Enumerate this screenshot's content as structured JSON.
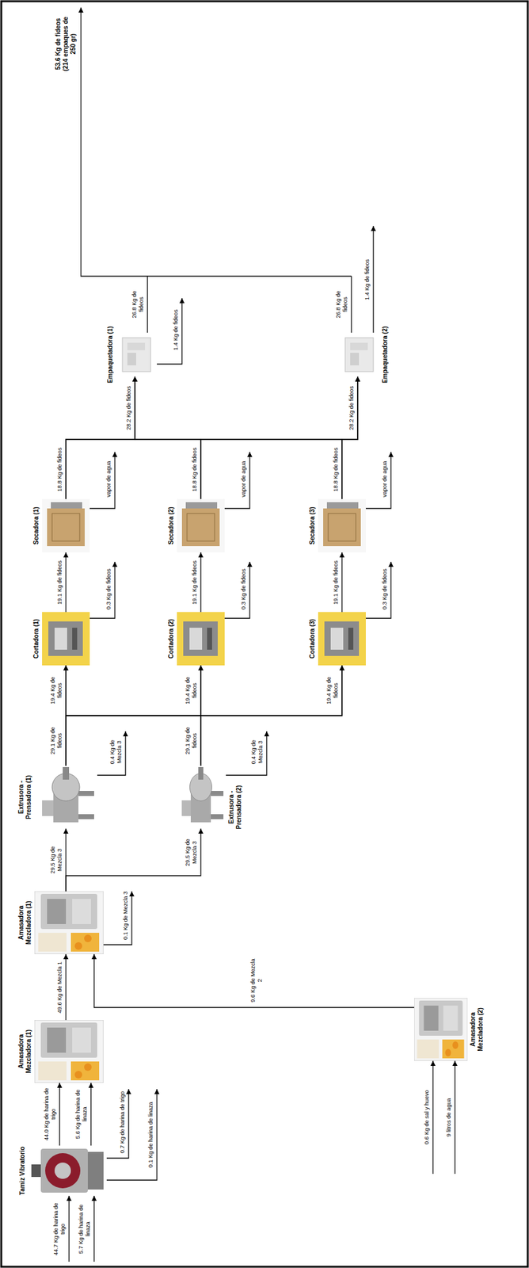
{
  "diagram": {
    "nodes": [
      {
        "text": [
          "Tamiz Vibratorio"
        ]
      },
      {
        "text": [
          "Amasadora Mezcladora (1)"
        ]
      },
      {
        "text": [
          "Amasadora Mezcladora (2)"
        ]
      },
      {
        "text": [
          "Amasadora Mezcladora (1)"
        ]
      },
      {
        "text": [
          "Extrusora - Prensadora (1)"
        ]
      },
      {
        "text": [
          "Extrusora - Prensadora (2)"
        ]
      },
      {
        "text": [
          "Cortadora (1)"
        ]
      },
      {
        "text": [
          "Cortadora (2)"
        ]
      },
      {
        "text": [
          "Cortadora (3)"
        ]
      },
      {
        "text": [
          "Secadora (1)"
        ]
      },
      {
        "text": [
          "Secadora (2)"
        ]
      },
      {
        "text": [
          "Secadora (3)"
        ]
      },
      {
        "text": [
          "Empaquetadora (1)"
        ]
      },
      {
        "text": [
          "Empaquetadora (2)"
        ]
      }
    ],
    "edges": [
      {
        "from": 0,
        "to": 1,
        "arrow": "to",
        "label": "44.0 Kg de harina de trigo"
      },
      {
        "from": 0,
        "to": 1,
        "arrow": "to",
        "label": "5.6 Kg de harina de linaza"
      },
      {
        "from": 1,
        "to": 3,
        "arrow": "to",
        "label": "49.6 Kg de Mezcla 1"
      },
      {
        "from": 2,
        "to": 3,
        "arrow": "to",
        "label": "9.6 Kg de Mezcla 2"
      },
      {
        "from": 3,
        "to": 4,
        "arrow": "to",
        "label": "29.5 Kg de Mezcla 3"
      },
      {
        "from": 3,
        "to": 5,
        "arrow": "to",
        "label": "29.5 Kg de Mezcla 3"
      },
      {
        "from": 4,
        "to": 6,
        "arrow": "to",
        "label": "29.1 Kg de fideos"
      },
      {
        "from": 4,
        "to": 7,
        "arrow": "to",
        "label": "19.4 Kg de fideos"
      },
      {
        "from": 4,
        "to": 8,
        "arrow": "to",
        "label": "19.4 Kg de fideos"
      },
      {
        "from": 5,
        "to": 6,
        "arrow": "to",
        "label": "19.4 Kg de fideos"
      },
      {
        "from": 5,
        "to": 7,
        "arrow": "to"
      },
      {
        "from": 5,
        "to": 8,
        "arrow": "to",
        "label": "29.1 Kg de fideos"
      },
      {
        "from": 6,
        "to": 9,
        "arrow": "to",
        "label": "19.1 Kg de fideos"
      },
      {
        "from": 7,
        "to": 10,
        "arrow": "to",
        "label": "19.1 Kg de fideos"
      },
      {
        "from": 8,
        "to": 11,
        "arrow": "to",
        "label": "19.1 Kg de fideos"
      },
      {
        "from": 9,
        "to": 12,
        "arrow": "to",
        "label": "18.8 Kg de fideos"
      },
      {
        "from": 9,
        "to": 13,
        "arrow": "to",
        "label": "28.2 Kg de fideos"
      },
      {
        "from": 10,
        "to": 12,
        "arrow": "to",
        "label": "18.8 Kg de fideos"
      },
      {
        "from": 10,
        "to": 13,
        "arrow": "to"
      },
      {
        "from": 11,
        "to": 12,
        "arrow": "to",
        "label": "28.2 Kg de fideos"
      },
      {
        "from": 11,
        "to": 13,
        "arrow": "to",
        "label": "18.8 Kg de fideos"
      }
    ],
    "labels": [
      "44.7 Kg de harina de trigo",
      "5.7 Kg de harina de linaza",
      "0.7 Kg de harina de trigo",
      "0.1 Kg de harina de linaza",
      "0.6 Kg de sal y huevo",
      "9 litros de agua",
      "0.1 Kg de Mezcla 3",
      "0.4 Kg de Mezcla 3",
      "0.4 Kg de Mezcla 3",
      "0.3 Kg de fideos",
      "0.3 Kg de fideos",
      "0.3 Kg de fideos",
      "vapor de agua",
      "vapor de agua",
      "vapor de agua",
      "26.8 Kg de fideos",
      "26.8 Kg de fideos",
      "1.4 Kg de fideos",
      "1.4 Kg de fideos",
      "53.6 Kg de fideos (214 empaques de 250 gr)"
    ]
  }
}
